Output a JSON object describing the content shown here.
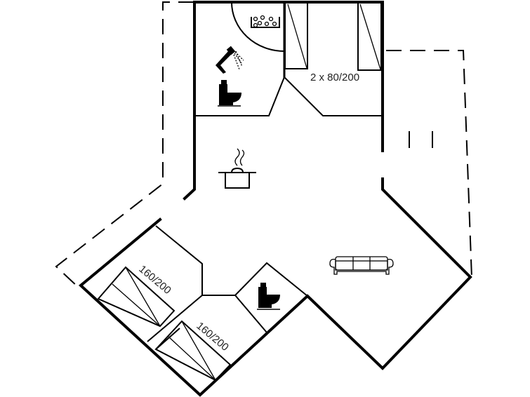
{
  "plan": {
    "labels": {
      "bedroom_top": "2 x 80/200",
      "bedroom_left": "160/200",
      "bedroom_bottom": "160/200"
    },
    "icons": [
      "shower-icon",
      "whirlpool-icon",
      "toilet-icon",
      "kitchen-pot-icon",
      "sofa-icon",
      "toilet-icon"
    ],
    "colors": {
      "line": "#000000",
      "background": "#ffffff"
    }
  }
}
